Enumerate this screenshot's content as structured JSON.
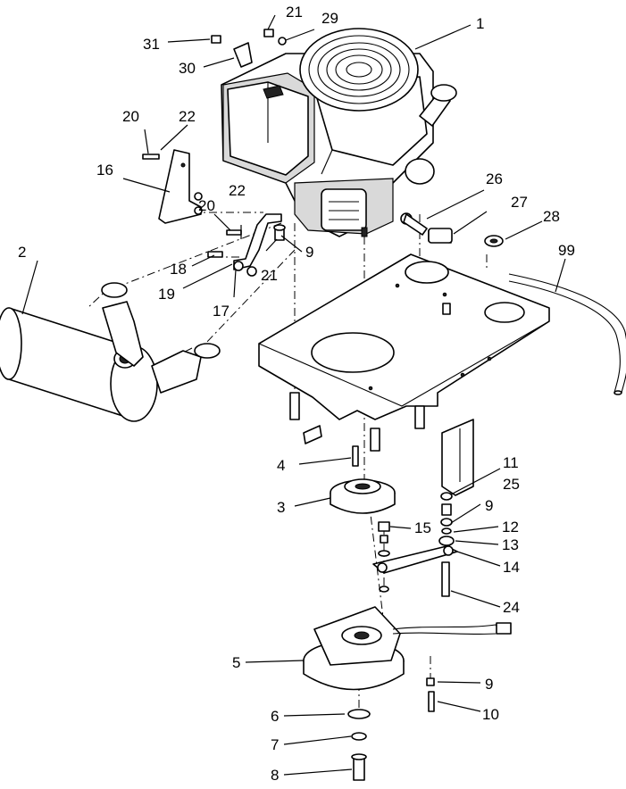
{
  "callouts": [
    {
      "id": "c1",
      "text": "1"
    },
    {
      "id": "c2",
      "text": "2"
    },
    {
      "id": "c3",
      "text": "3"
    },
    {
      "id": "c4",
      "text": "4"
    },
    {
      "id": "c5",
      "text": "5"
    },
    {
      "id": "c6",
      "text": "6"
    },
    {
      "id": "c7",
      "text": "7"
    },
    {
      "id": "c8",
      "text": "8"
    },
    {
      "id": "c9a",
      "text": "9"
    },
    {
      "id": "c9b",
      "text": "9"
    },
    {
      "id": "c9c",
      "text": "9"
    },
    {
      "id": "c10",
      "text": "10"
    },
    {
      "id": "c11",
      "text": "11"
    },
    {
      "id": "c12",
      "text": "12"
    },
    {
      "id": "c13",
      "text": "13"
    },
    {
      "id": "c14",
      "text": "14"
    },
    {
      "id": "c15",
      "text": "15"
    },
    {
      "id": "c16",
      "text": "16"
    },
    {
      "id": "c17",
      "text": "17"
    },
    {
      "id": "c18",
      "text": "18"
    },
    {
      "id": "c19",
      "text": "19"
    },
    {
      "id": "c20a",
      "text": "20"
    },
    {
      "id": "c20b",
      "text": "20"
    },
    {
      "id": "c21a",
      "text": "21"
    },
    {
      "id": "c21b",
      "text": "21"
    },
    {
      "id": "c22a",
      "text": "22"
    },
    {
      "id": "c22b",
      "text": "22"
    },
    {
      "id": "c24",
      "text": "24"
    },
    {
      "id": "c25",
      "text": "25"
    },
    {
      "id": "c26",
      "text": "26"
    },
    {
      "id": "c27",
      "text": "27"
    },
    {
      "id": "c28",
      "text": "28"
    },
    {
      "id": "c29",
      "text": "29"
    },
    {
      "id": "c30",
      "text": "30"
    },
    {
      "id": "c31",
      "text": "31"
    },
    {
      "id": "c99",
      "text": "99"
    }
  ]
}
